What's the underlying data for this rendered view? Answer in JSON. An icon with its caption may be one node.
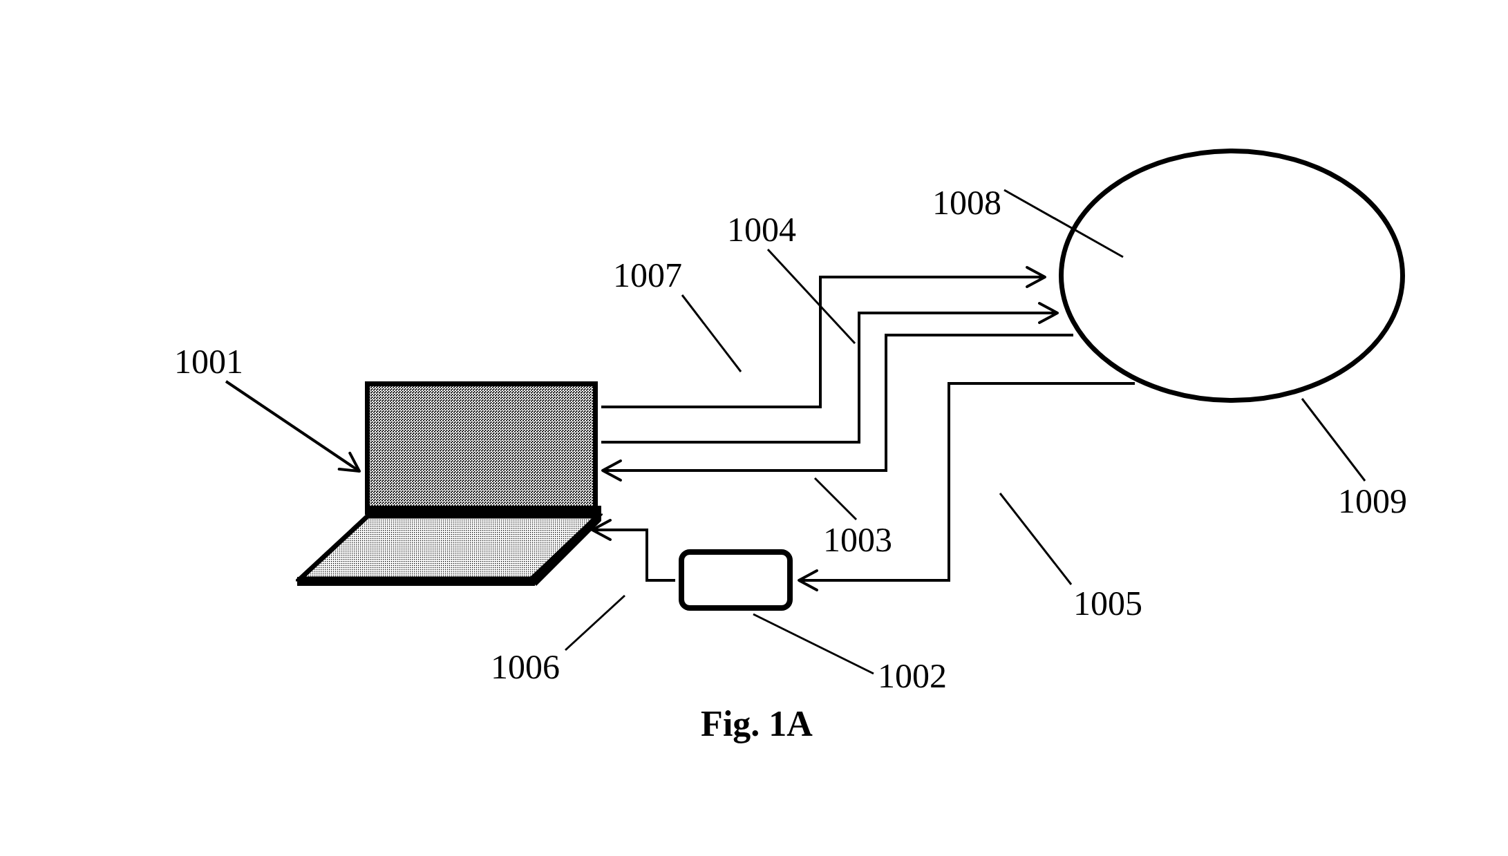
{
  "diagram": {
    "caption": "Fig. 1A",
    "nodes": [
      {
        "text": [
          "1008"
        ]
      },
      {
        "text": [],
        "shape": "ellipse"
      },
      {
        "text": [
          "1004"
        ]
      },
      {
        "text": [
          "1007"
        ]
      },
      {
        "text": [
          "1001"
        ]
      },
      {
        "text": [],
        "shape": "picture"
      },
      {
        "text": [
          "1009"
        ]
      },
      {
        "text": [
          "1003"
        ]
      },
      {
        "text": [],
        "shape": "box"
      },
      {
        "text": [
          "1005"
        ]
      },
      {
        "text": [
          "1006"
        ]
      },
      {
        "text": [
          "1002"
        ]
      }
    ],
    "edges": [
      {
        "from": 5,
        "to": 1,
        "arrow": "to"
      },
      {
        "from": 5,
        "to": 1,
        "arrow": "to"
      },
      {
        "from": 1,
        "to": 5,
        "arrow": "to"
      },
      {
        "from": 1,
        "to": 8,
        "arrow": "to"
      },
      {
        "from": 8,
        "to": 5,
        "arrow": "to"
      },
      {
        "from": 4,
        "to": 5,
        "arrow": "to"
      },
      {
        "from": 0,
        "to": 1,
        "arrow": "none"
      },
      {
        "from": 2,
        "to": null,
        "arrow": "none"
      },
      {
        "from": 3,
        "to": null,
        "arrow": "none"
      },
      {
        "from": 7,
        "to": null,
        "arrow": "none"
      },
      {
        "from": 9,
        "to": null,
        "arrow": "none"
      },
      {
        "from": 10,
        "to": null,
        "arrow": "none"
      },
      {
        "from": 11,
        "to": 8,
        "arrow": "none"
      },
      {
        "from": 6,
        "to": 1,
        "arrow": "none"
      }
    ]
  }
}
